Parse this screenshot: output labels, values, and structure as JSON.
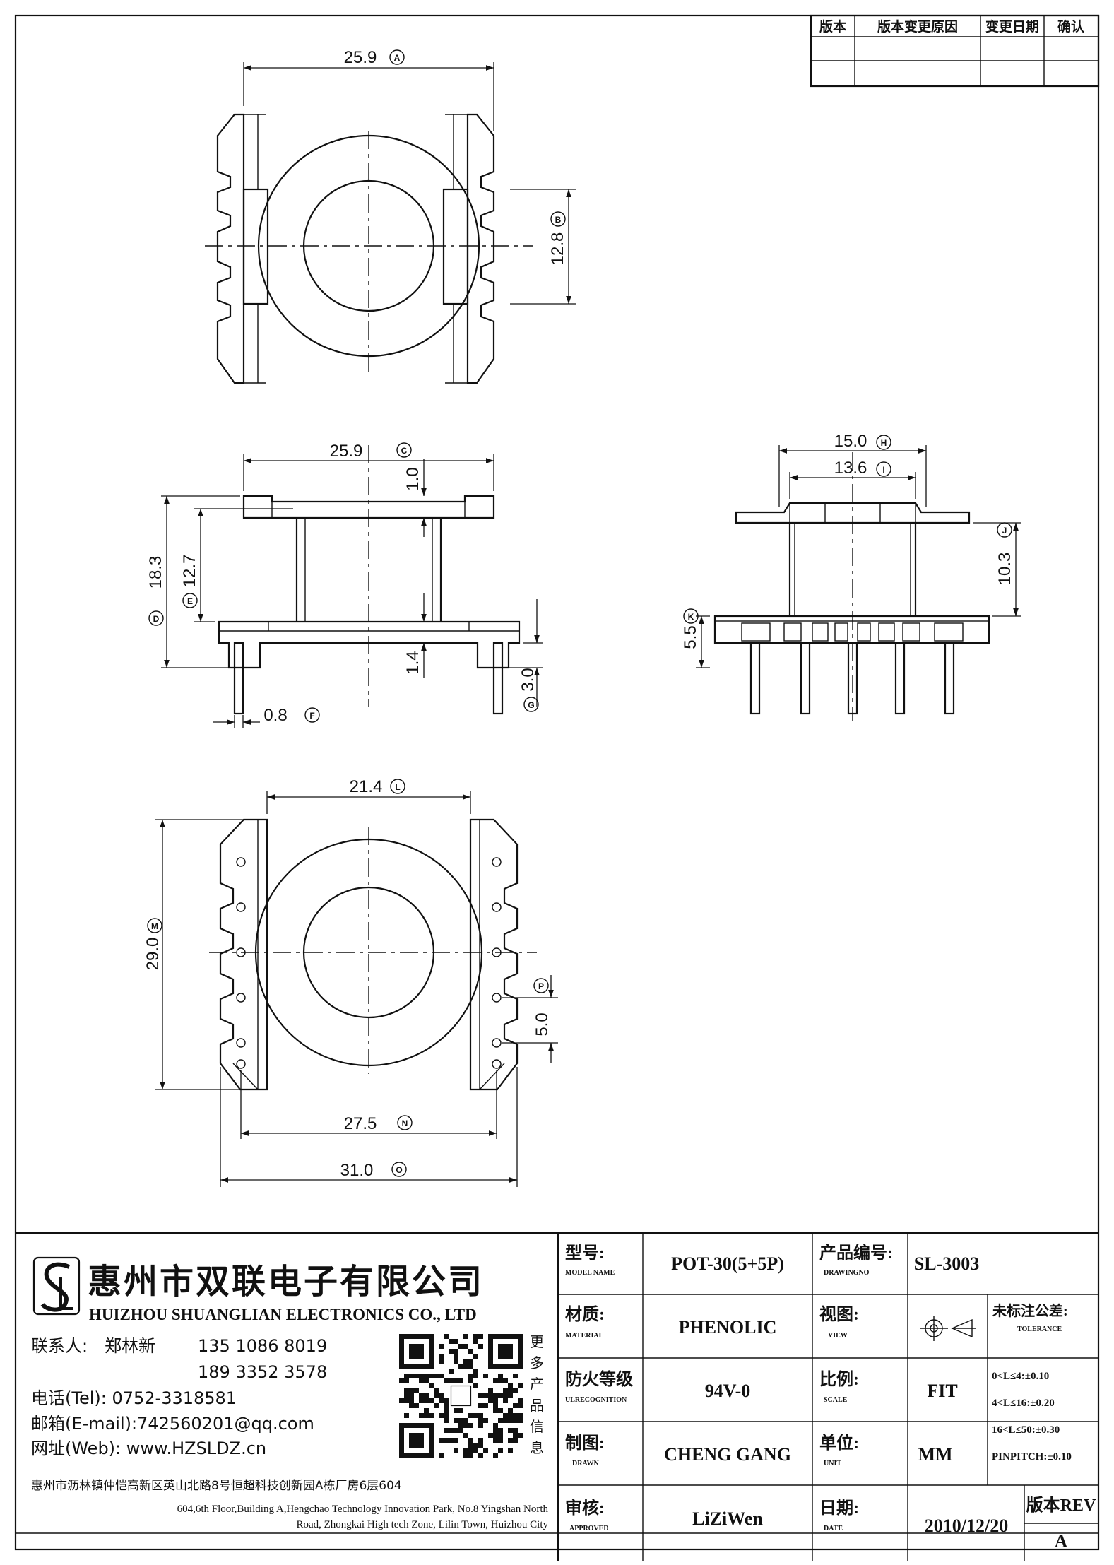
{
  "revision_table": {
    "headers": [
      "版本",
      "版本变更原因",
      "变更日期",
      "确认"
    ],
    "rows": [
      [
        "",
        "",
        "",
        ""
      ]
    ]
  },
  "top_view": {
    "dim_width": "25.9",
    "dim_width_tag": "A",
    "dim_height": "12.8",
    "dim_height_tag": "B"
  },
  "front_view": {
    "dim_width": "25.9",
    "dim_width_tag": "C",
    "dim_flange": "1.0",
    "dim_total": "18.3",
    "dim_total_tag": "D",
    "dim_inner": "12.7",
    "dim_inner_tag": "E",
    "dim_base": "1.4",
    "dim_pin_len": "3.0",
    "dim_pin_len_tag": "G",
    "dim_pin_dia": "0.8",
    "dim_pin_dia_tag": "F"
  },
  "side_view": {
    "dim_outer": "15.0",
    "dim_outer_tag": "H",
    "dim_inner": "13.6",
    "dim_inner_tag": "I",
    "dim_height": "10.3",
    "dim_height_tag": "J",
    "dim_base": "5.5",
    "dim_base_tag": "K"
  },
  "bottom_view": {
    "dim_width": "21.4",
    "dim_width_tag": "L",
    "dim_height": "29.0",
    "dim_height_tag": "M",
    "dim_pin_span": "27.5",
    "dim_pin_span_tag": "N",
    "dim_overall": "31.0",
    "dim_overall_tag": "O",
    "dim_pitch": "5.0",
    "dim_pitch_tag": "P"
  },
  "company": {
    "name_cn": "惠州市双联电子有限公司",
    "name_en": "HUIZHOU SHUANGLIAN ELECTRONICS CO., LTD",
    "contact_label": "联系人:",
    "contact_name": "郑林新",
    "phone1": "135 1086 8019",
    "phone2": "189 3352 3578",
    "tel": "电话(Tel): 0752-3318581",
    "email": "邮箱(E-mail):742560201@qq.com",
    "web": "网址(Web): www.HZSLDZ.cn",
    "more_products": [
      "更",
      "多",
      "产",
      "品",
      "信",
      "息"
    ],
    "address_cn": "惠州市沥林镇仲恺高新区英山北路8号恒超科技创新园A栋厂房6层604",
    "address_en_1": "604,6th Floor,Building A,Hengchao Technology Innovation Park, No.8 Yingshan North",
    "address_en_2": "Road, Zhongkai High tech Zone, Lilin Town, Huizhou City"
  },
  "title_block": {
    "model_label": "型号:",
    "model_sub": "MODEL NAME",
    "model_value": "POT-30(5+5P)",
    "drawing_label": "产品编号:",
    "drawing_sub": "DRAWINGNO",
    "drawing_value": "SL-3003",
    "material_label": "材质:",
    "material_sub": "MATERIAL",
    "material_value": "PHENOLIC",
    "view_label": "视图:",
    "view_sub": "VIEW",
    "tolerance_label": "未标注公差:",
    "tolerance_sub": "TOLERANCE",
    "tolerances": [
      "0<L≤4:±0.10",
      "4<L≤16:±0.20",
      "16<L≤50:±0.30",
      "PINPITCH:±0.10"
    ],
    "fire_label": "防火等级",
    "fire_sub": "ULRECOGNITION",
    "fire_value": "94V-0",
    "scale_label": "比例:",
    "scale_sub": "SCALE",
    "scale_value": "FIT",
    "drawn_label": "制图:",
    "drawn_sub": "DRAWN",
    "drawn_value": "CHENG GANG",
    "unit_label": "单位:",
    "unit_sub": "UNIT",
    "unit_value": "MM",
    "approved_label": "审核:",
    "approved_sub": "APPROVED",
    "approved_value": "LiZiWen",
    "date_label": "日期:",
    "date_sub": "DATE",
    "date_value": "2010/12/20",
    "rev_label": "版本REV",
    "rev_value": "A"
  }
}
